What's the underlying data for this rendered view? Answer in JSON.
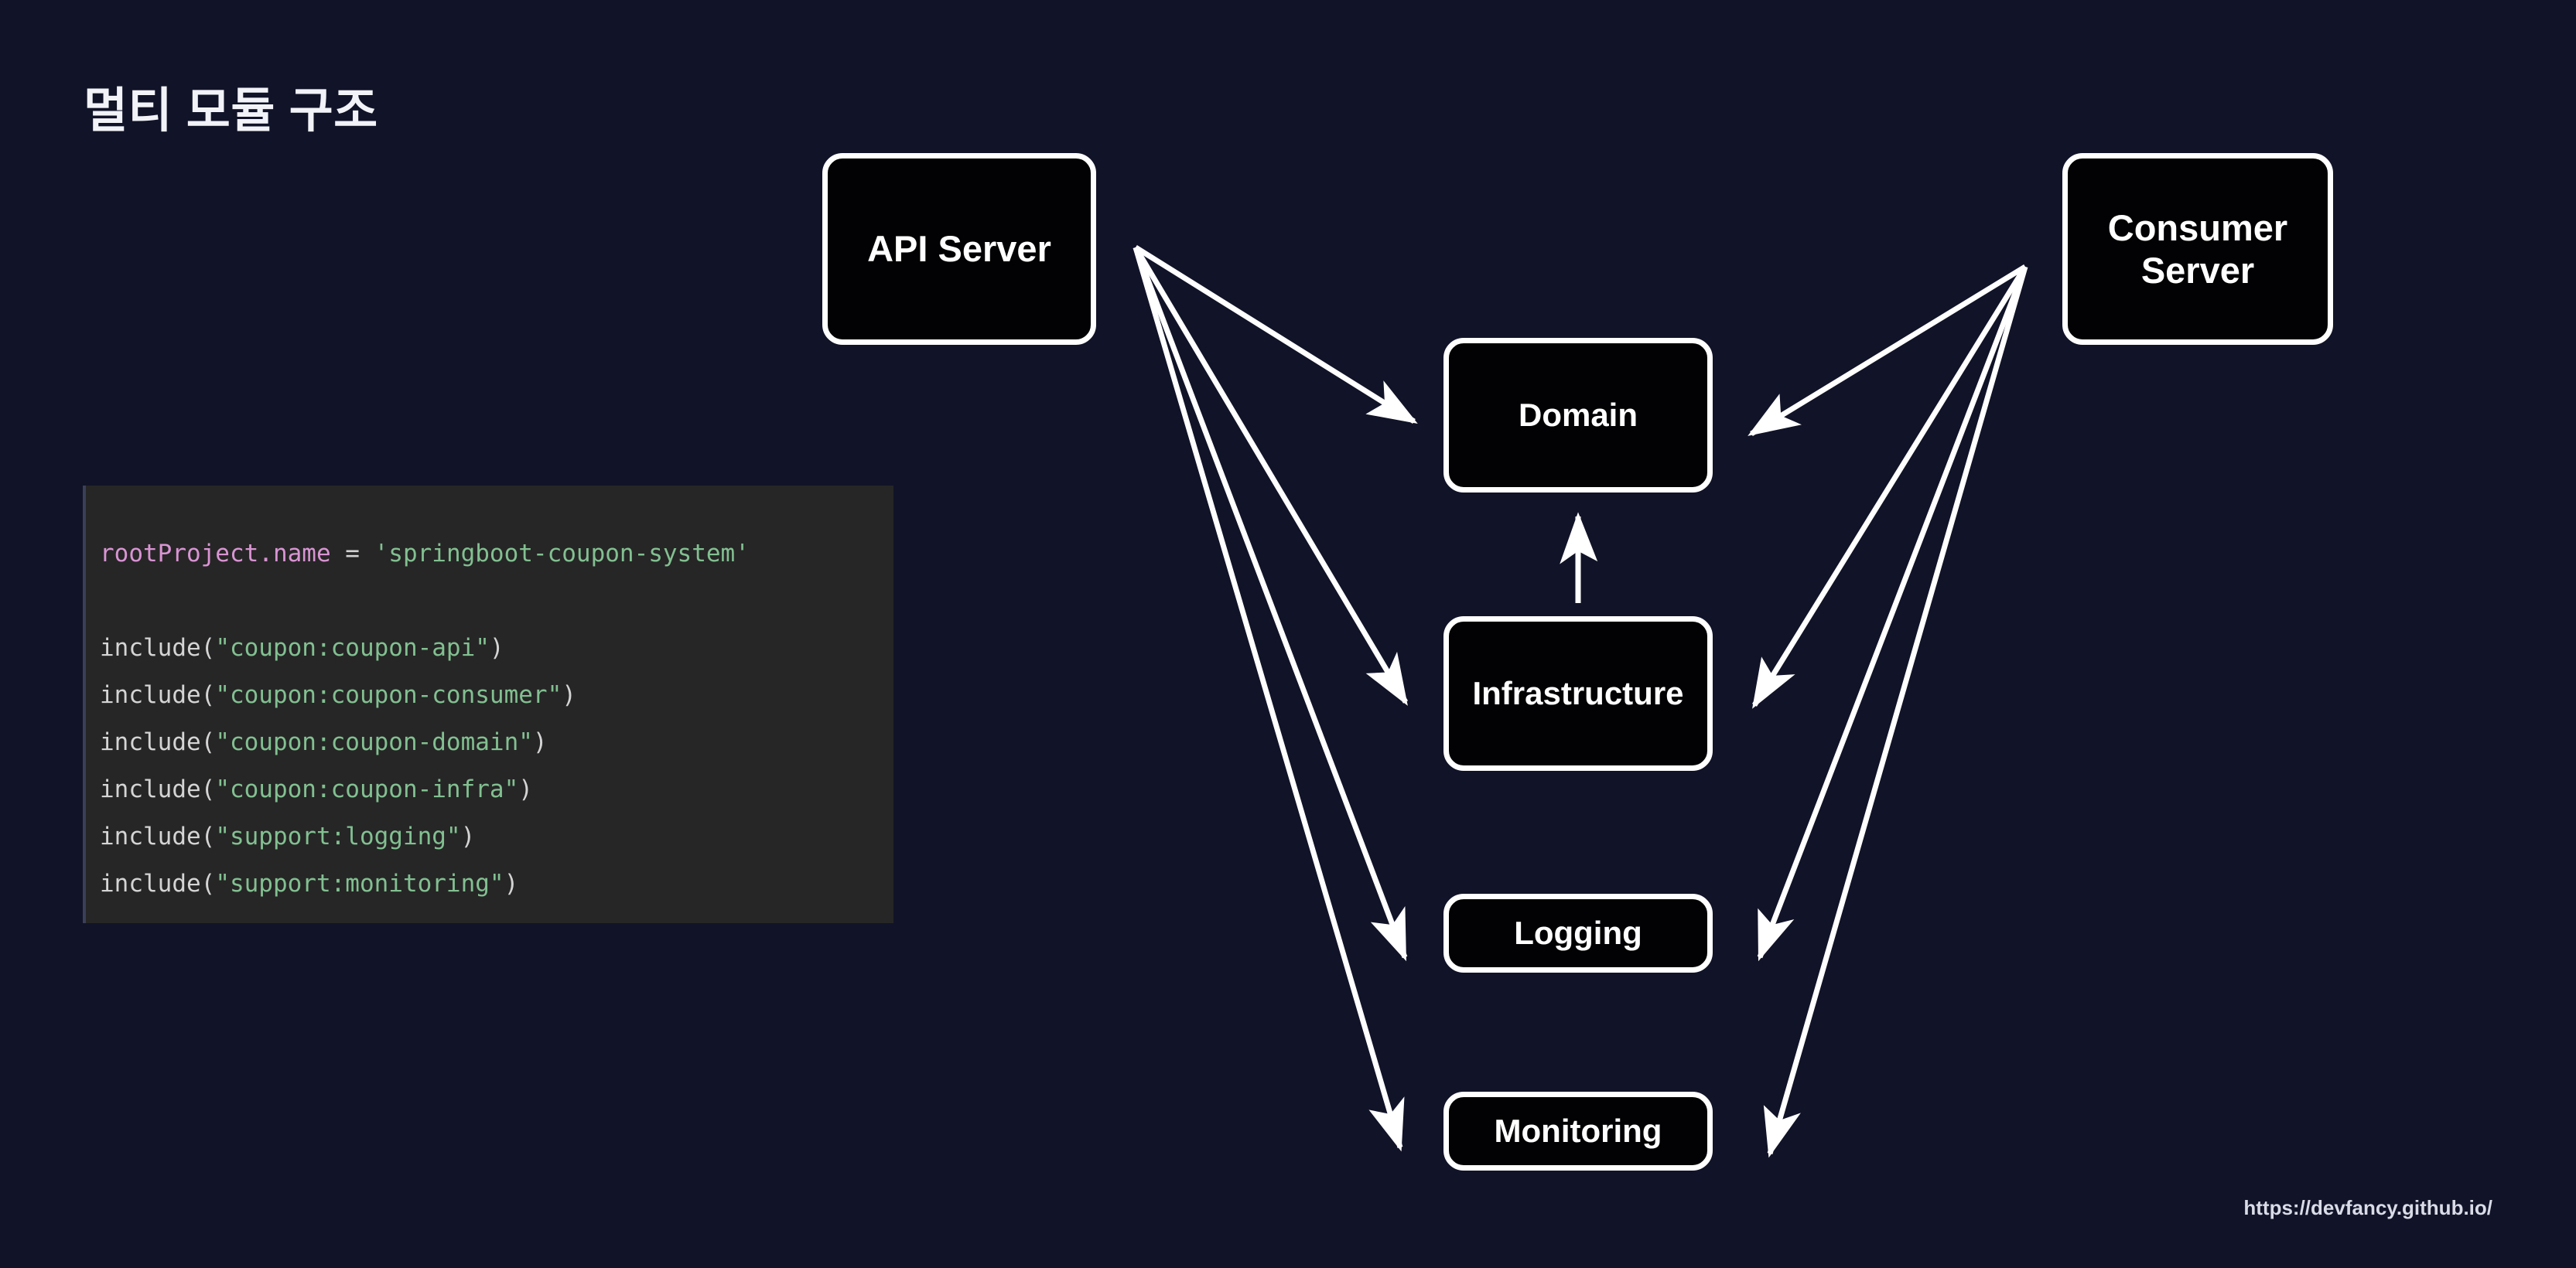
{
  "slide": {
    "title": "멀티 모듈 구조",
    "background_color": "#111428",
    "footer_url": "https://devfancy.github.io/"
  },
  "code_block": {
    "background_color": "#262626",
    "language": "gradle-settings",
    "colors": {
      "property": "#d994d4",
      "string": "#82c091",
      "plain": "#d4d4d4"
    },
    "lines": [
      {
        "id": "l1",
        "parts": [
          {
            "text": "rootProject.name",
            "kind": "prop"
          },
          {
            "text": " = ",
            "kind": "plain"
          },
          {
            "text": "'springboot-coupon-system'",
            "kind": "str"
          }
        ]
      },
      {
        "id": "l2",
        "parts": []
      },
      {
        "id": "l3",
        "parts": [
          {
            "text": "include(",
            "kind": "plain"
          },
          {
            "text": "\"coupon:coupon-api\"",
            "kind": "str"
          },
          {
            "text": ")",
            "kind": "plain"
          }
        ]
      },
      {
        "id": "l4",
        "parts": [
          {
            "text": "include(",
            "kind": "plain"
          },
          {
            "text": "\"coupon:coupon-consumer\"",
            "kind": "str"
          },
          {
            "text": ")",
            "kind": "plain"
          }
        ]
      },
      {
        "id": "l5",
        "parts": [
          {
            "text": "include(",
            "kind": "plain"
          },
          {
            "text": "\"coupon:coupon-domain\"",
            "kind": "str"
          },
          {
            "text": ")",
            "kind": "plain"
          }
        ]
      },
      {
        "id": "l6",
        "parts": [
          {
            "text": "include(",
            "kind": "plain"
          },
          {
            "text": "\"coupon:coupon-infra\"",
            "kind": "str"
          },
          {
            "text": ")",
            "kind": "plain"
          }
        ]
      },
      {
        "id": "l7",
        "parts": [
          {
            "text": "include(",
            "kind": "plain"
          },
          {
            "text": "\"support:logging\"",
            "kind": "str"
          },
          {
            "text": ")",
            "kind": "plain"
          }
        ]
      },
      {
        "id": "l8",
        "parts": [
          {
            "text": "include(",
            "kind": "plain"
          },
          {
            "text": "\"support:monitoring\"",
            "kind": "str"
          },
          {
            "text": ")",
            "kind": "plain"
          }
        ]
      }
    ]
  },
  "diagram": {
    "node_fill": "#020205",
    "node_stroke": "#ffffff",
    "arrow_color": "#ffffff",
    "nodes": {
      "api_server": {
        "label": "API Server"
      },
      "consumer_server": {
        "label_line1": "Consumer",
        "label_line2": "Server"
      },
      "domain": {
        "label": "Domain"
      },
      "infrastructure": {
        "label": "Infrastructure"
      },
      "logging": {
        "label": "Logging"
      },
      "monitoring": {
        "label": "Monitoring"
      }
    },
    "edges": [
      {
        "from": "api_server",
        "to": "domain"
      },
      {
        "from": "api_server",
        "to": "infrastructure"
      },
      {
        "from": "api_server",
        "to": "logging"
      },
      {
        "from": "api_server",
        "to": "monitoring"
      },
      {
        "from": "infrastructure",
        "to": "domain"
      },
      {
        "from": "consumer_server",
        "to": "domain"
      },
      {
        "from": "consumer_server",
        "to": "infrastructure"
      },
      {
        "from": "consumer_server",
        "to": "logging"
      },
      {
        "from": "consumer_server",
        "to": "monitoring"
      }
    ]
  }
}
